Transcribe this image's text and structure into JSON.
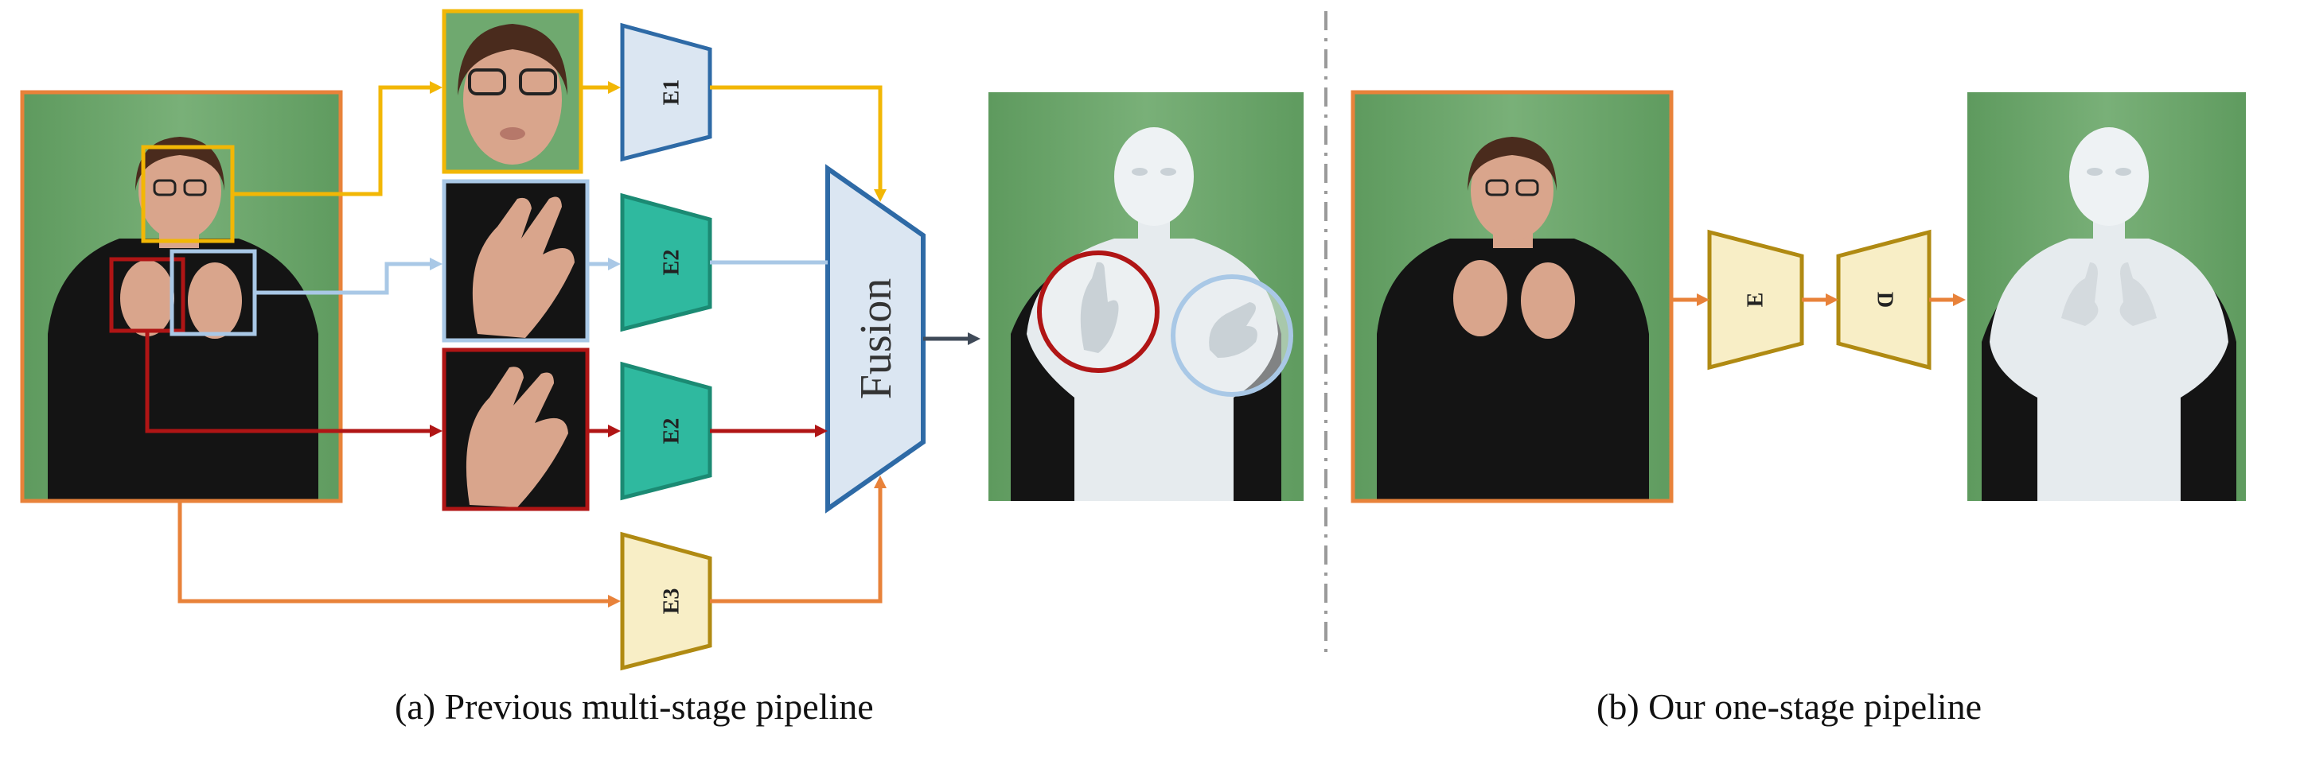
{
  "panel_a": {
    "caption": "(a) Previous multi-stage pipeline",
    "encoders": {
      "face": "E1",
      "hand_left": "E2",
      "hand_right": "E2",
      "body": "E3"
    },
    "fusion_label": "Fusion"
  },
  "panel_b": {
    "caption": "(b) Our one-stage pipeline",
    "encoder": "E",
    "decoder": "D"
  },
  "colors": {
    "face": "#f2b705",
    "hand_blue": "#a9c8e6",
    "hand_red": "#b01515",
    "body": "#e8823a",
    "dark_arrow": "#3f4a58",
    "encoder_e1_fill": "#dbe6f2",
    "encoder_e2_fill": "#2fb99f",
    "encoder_e3_fill": "#f8eec6",
    "green_screen": "#6fa96f"
  }
}
